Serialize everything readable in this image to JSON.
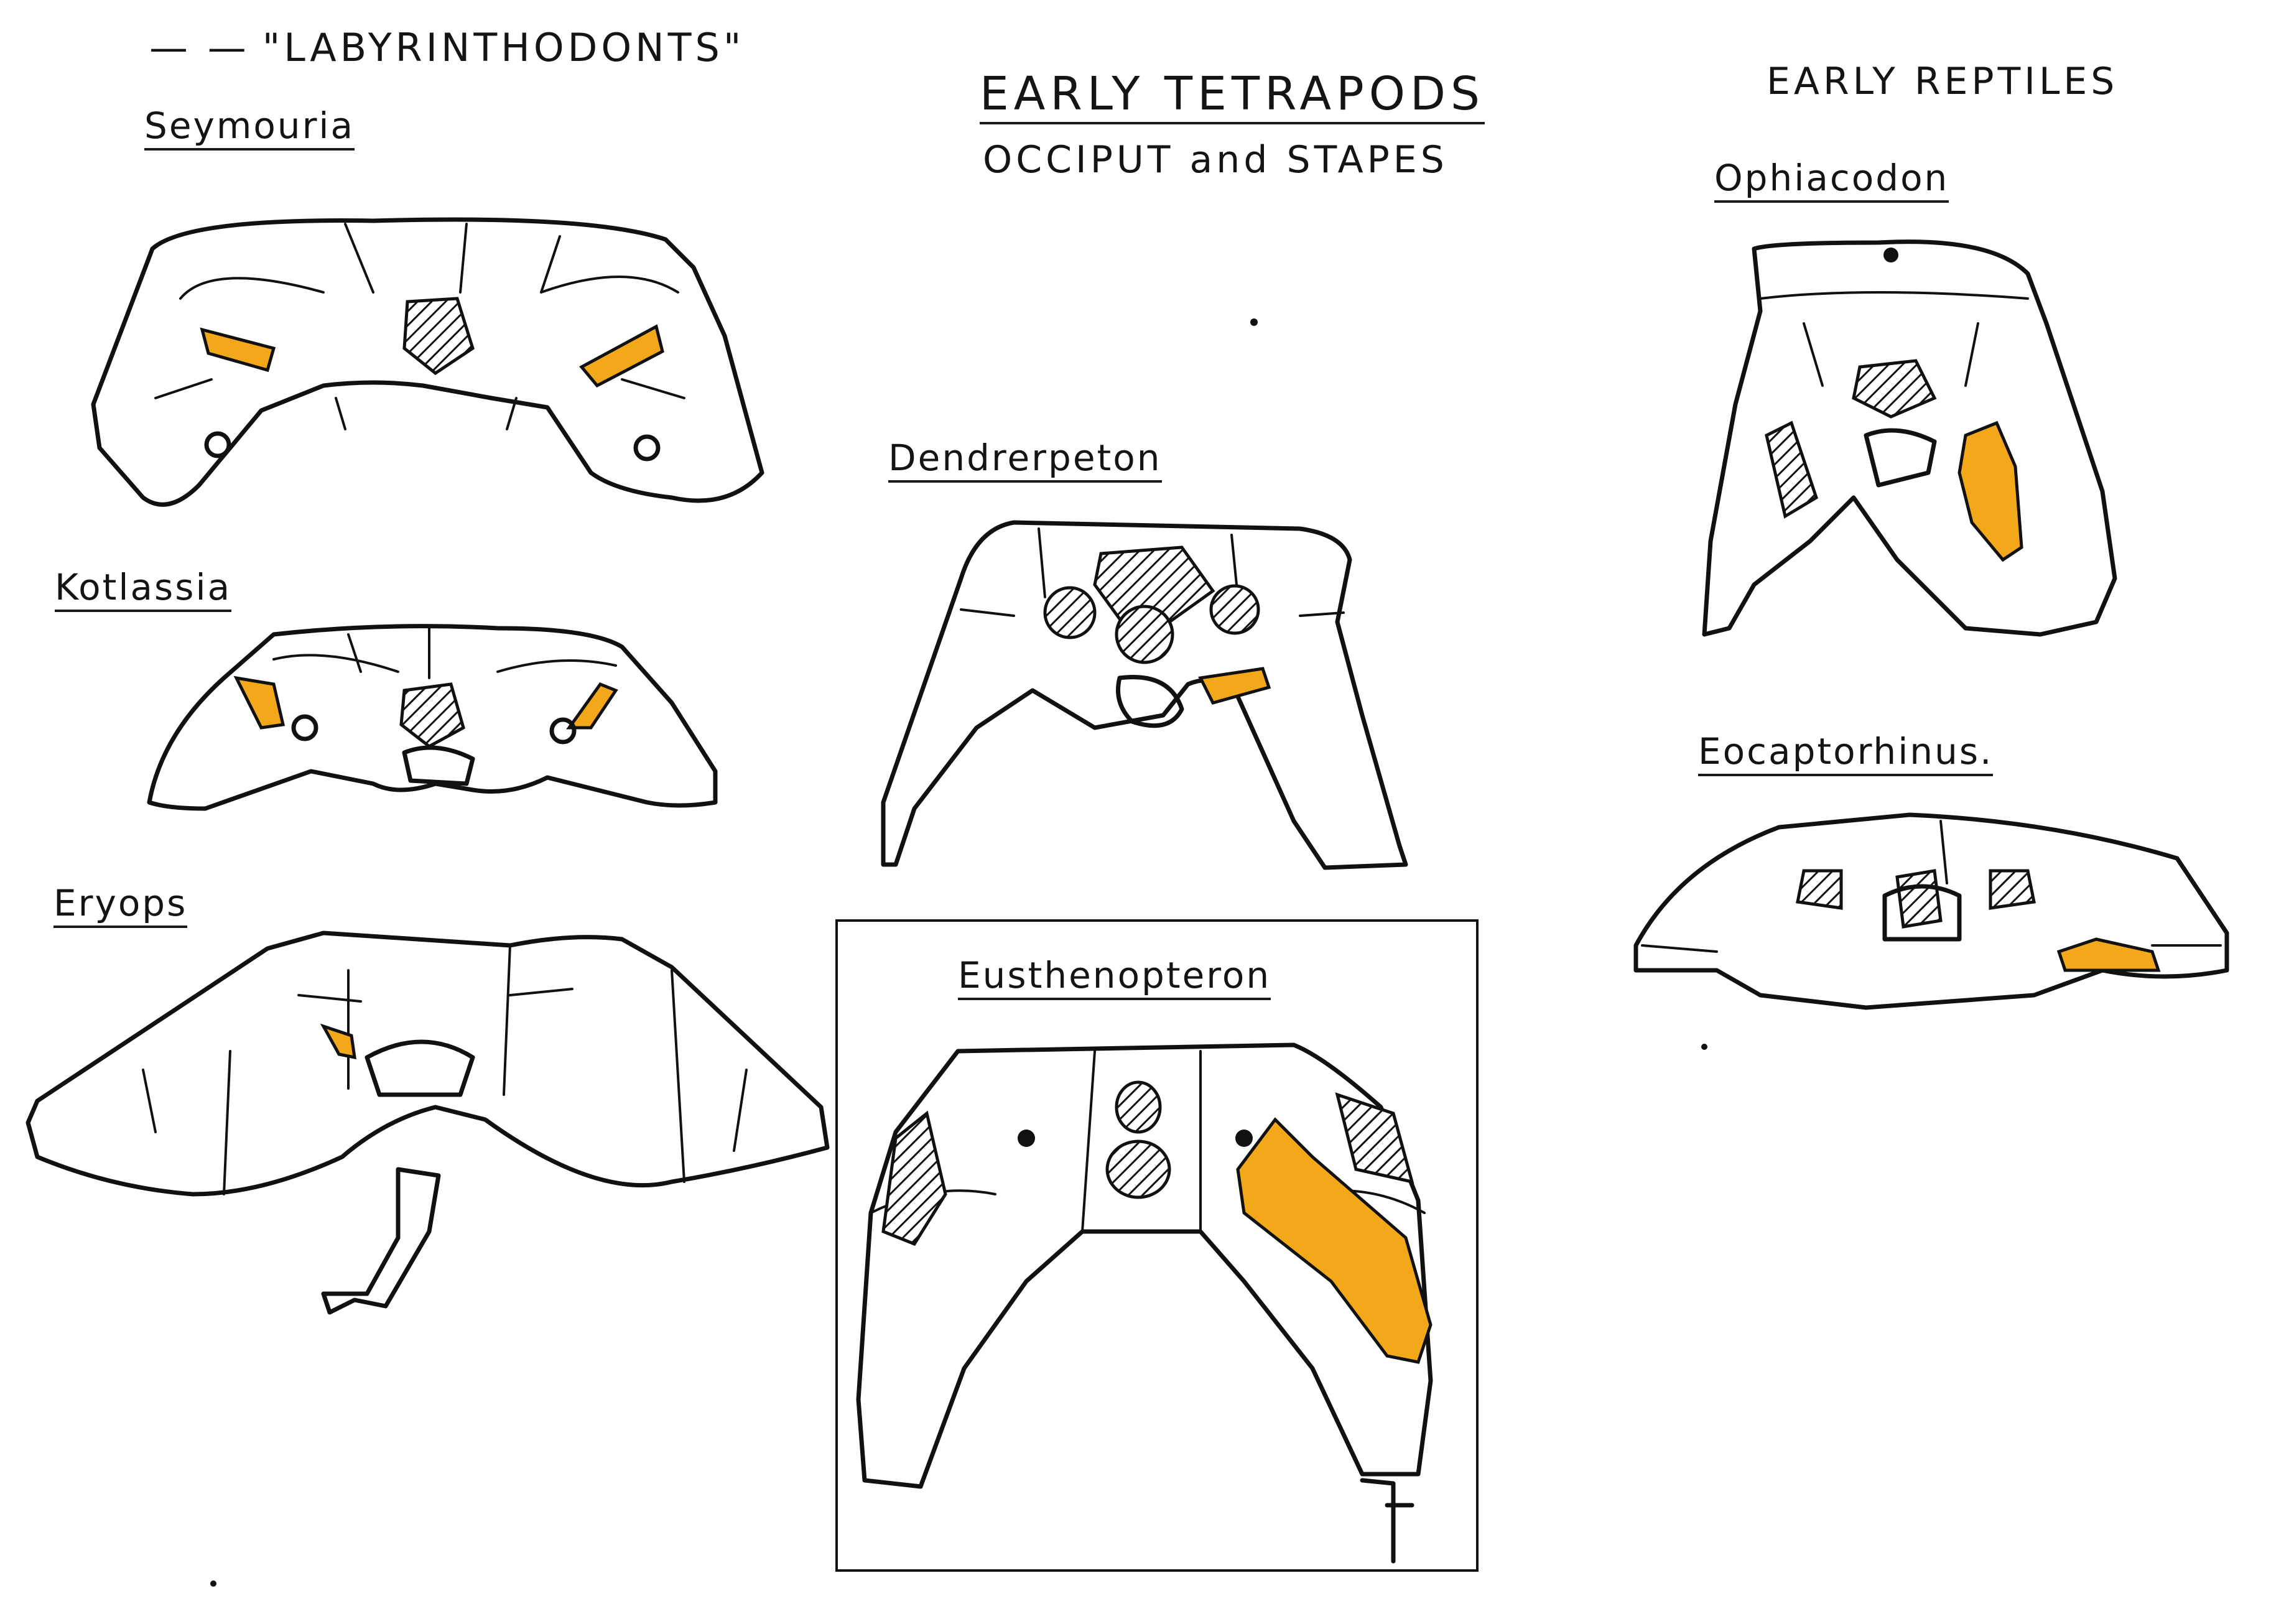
{
  "colors": {
    "stapes": "#F2A818",
    "ink": "#111111",
    "paper": "#FFFFFF"
  },
  "headings": {
    "labyrinthodonts": "\"LABYRINTHODONTS\"",
    "title": "EARLY TETRAPODS",
    "subtitle": "OCCIPUT and STAPES",
    "reptiles": "EARLY REPTILES"
  },
  "specimens": {
    "seymouria": "Seymouria",
    "kotlassia": "Kotlassia",
    "eryops": "Eryops",
    "dendrerpeton": "Dendrerpeton",
    "eusthenopteron": "Eusthenopteron",
    "ophiacodon": "Ophiacodon",
    "eocaptorhinus": "Eocaptorhinus."
  }
}
